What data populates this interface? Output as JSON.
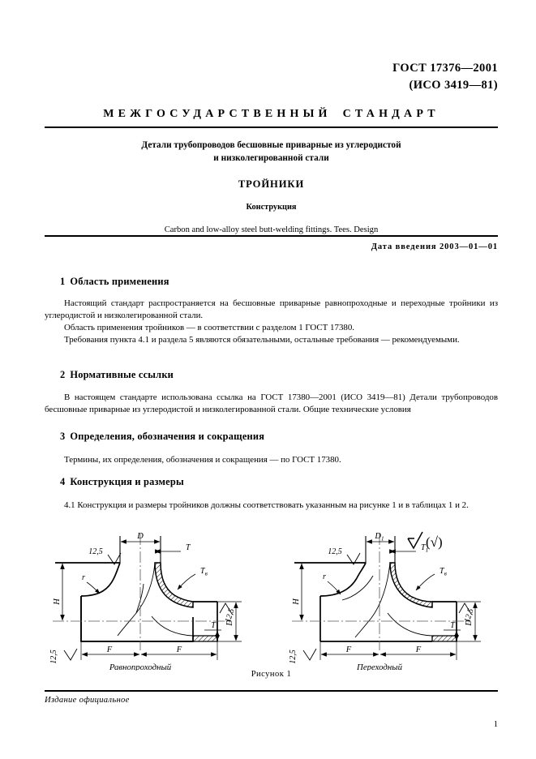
{
  "header": {
    "doc_code_line1": "ГОСТ 17376—2001",
    "doc_code_line2": "(ИСО 3419—81)",
    "standard_word_1": "МЕЖГОСУДАРСТВЕННЫЙ",
    "standard_word_2": "СТАНДАРТ"
  },
  "title_block": {
    "main_line1": "Детали трубопроводов бесшовные приварные из углеродистой",
    "main_line2": "и низколегированной стали",
    "object_name": "ТРОЙНИКИ",
    "subtitle": "Конструкция",
    "english": "Carbon and low-alloy steel butt-welding fittings. Tees. Design",
    "intro_date": "Дата введения 2003—01—01"
  },
  "sections": [
    {
      "num": "1",
      "title": "Область применения",
      "paragraphs": [
        "Настоящий стандарт распространяется на бесшовные приварные равнопроходные и переходные тройники из углеродистой и низколегированной стали.",
        "Область применения тройников — в соответствии с разделом 1 ГОСТ 17380.",
        "Требования пункта 4.1 и раздела 5 являются обязательными, остальные требования — рекомендуемыми."
      ]
    },
    {
      "num": "2",
      "title": "Нормативные ссылки",
      "paragraphs": [
        "В настоящем стандарте использована ссылка на ГОСТ 17380—2001 (ИСО 3419—81) Детали трубопроводов бесшовные приварные из углеродистой и низколегированной стали. Общие технические условия"
      ]
    },
    {
      "num": "3",
      "title": "Определения, обозначения и сокращения",
      "paragraphs": [
        "Термины, их определения, обозначения и сокращения — по ГОСТ 17380."
      ]
    },
    {
      "num": "4",
      "title": "Конструкция и размеры",
      "paragraphs": [
        "4.1 Конструкция и размеры тройников должны соответствовать указанным на рисунке 1 и в таблицах 1 и 2."
      ]
    }
  ],
  "figure": {
    "caption": "Рисунок 1",
    "roughness_symbol": "(√)",
    "left": {
      "name": "Равнопроходный",
      "labels": {
        "top_diameter": "D",
        "wall_top": "T",
        "wall_branch": "Tв",
        "radius": "r",
        "height": "H",
        "length_left": "F",
        "length_right": "F",
        "side_diameter": "D",
        "wall_side": "T",
        "finish_top": "12,5",
        "finish_bottom": "12,5",
        "finish_right": "12,5"
      }
    },
    "right": {
      "name": "Переходный",
      "labels": {
        "top_diameter": "D1",
        "wall_top": "T1",
        "wall_branch": "Tв",
        "radius": "r",
        "height": "H",
        "length_left": "F",
        "length_right": "F",
        "side_diameter": "D",
        "wall_side": "T",
        "finish_top": "12,5",
        "finish_bottom": "12,5",
        "finish_right": "12,5"
      }
    }
  },
  "footer": {
    "official_edition": "Издание официальное",
    "page_number": "1"
  }
}
